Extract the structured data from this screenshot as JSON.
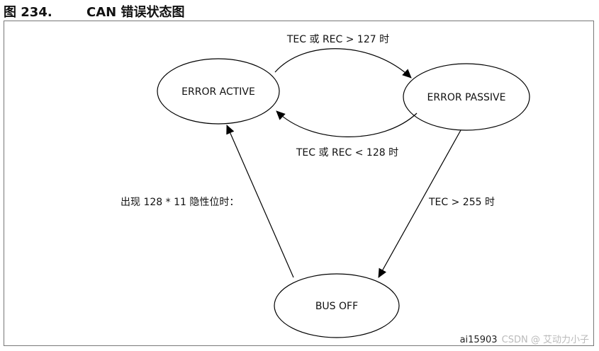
{
  "figure": {
    "number": "图 234.",
    "title": "CAN 错误状态图"
  },
  "nodes": {
    "error_active": "ERROR ACTIVE",
    "error_passive": "ERROR PASSIVE",
    "bus_off": "BUS OFF"
  },
  "transitions": {
    "active_to_passive": "TEC 或 REC > 127 时",
    "passive_to_active": "TEC 或 REC < 128 时",
    "passive_to_busoff": "TEC > 255 时",
    "busoff_to_active": "出现 128 * 11 隐性位时："
  },
  "footer": {
    "ref": "ai15903",
    "watermark": "CSDN @ 艾动力小子"
  }
}
